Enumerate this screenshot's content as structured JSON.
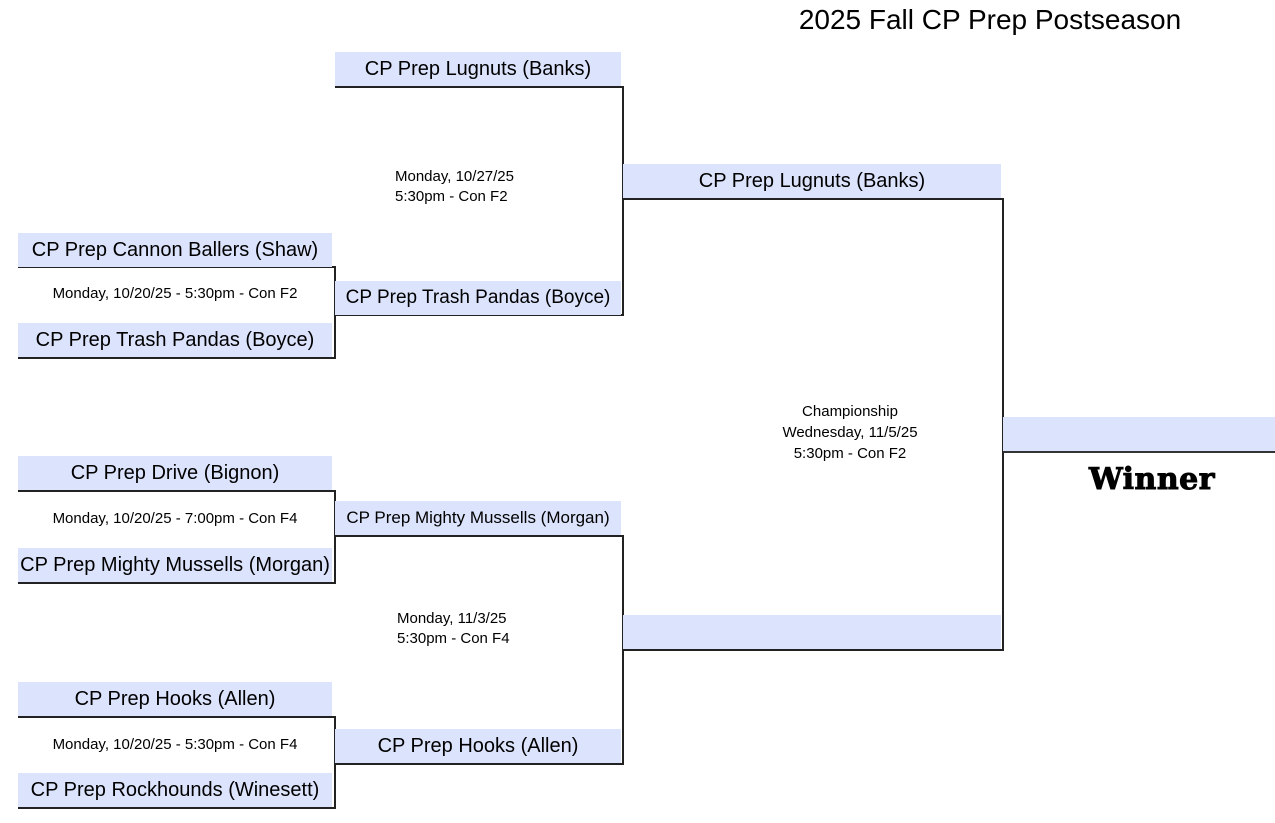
{
  "title": "2025 Fall CP Prep Postseason",
  "round1": [
    {
      "top": "CP Prep Cannon Ballers (Shaw)",
      "bottom": "CP Prep Trash Pandas (Boyce)",
      "date": "Monday, 10/20/25 - 5:30pm - Con F2"
    },
    {
      "top": "CP Prep Drive (Bignon)",
      "bottom": "CP Prep Mighty Mussells (Morgan)",
      "date": "Monday, 10/20/25 - 7:00pm - Con F4"
    },
    {
      "top": "CP Prep Hooks (Allen)",
      "bottom": "CP Prep Rockhounds (Winesett)",
      "date": "Monday, 10/20/25 - 5:30pm - Con F4"
    }
  ],
  "round2": [
    {
      "top": "CP Prep Lugnuts (Banks)",
      "bottom": "CP Prep Trash Pandas (Boyce)",
      "date_line1": "Monday, 10/27/25",
      "date_line2": "5:30pm - Con F2"
    },
    {
      "top": "CP Prep Mighty Mussells (Morgan)",
      "bottom": "CP Prep Hooks (Allen)",
      "date_line1": "Monday, 11/3/25",
      "date_line2": "5:30pm - Con F4"
    }
  ],
  "championship": {
    "top": "CP Prep Lugnuts (Banks)",
    "bottom": "",
    "label": "Championship",
    "date_line1": "Wednesday, 11/5/25",
    "date_line2": "5:30pm - Con F2"
  },
  "final": {
    "winner_name": "",
    "winner_label": "Winner"
  }
}
